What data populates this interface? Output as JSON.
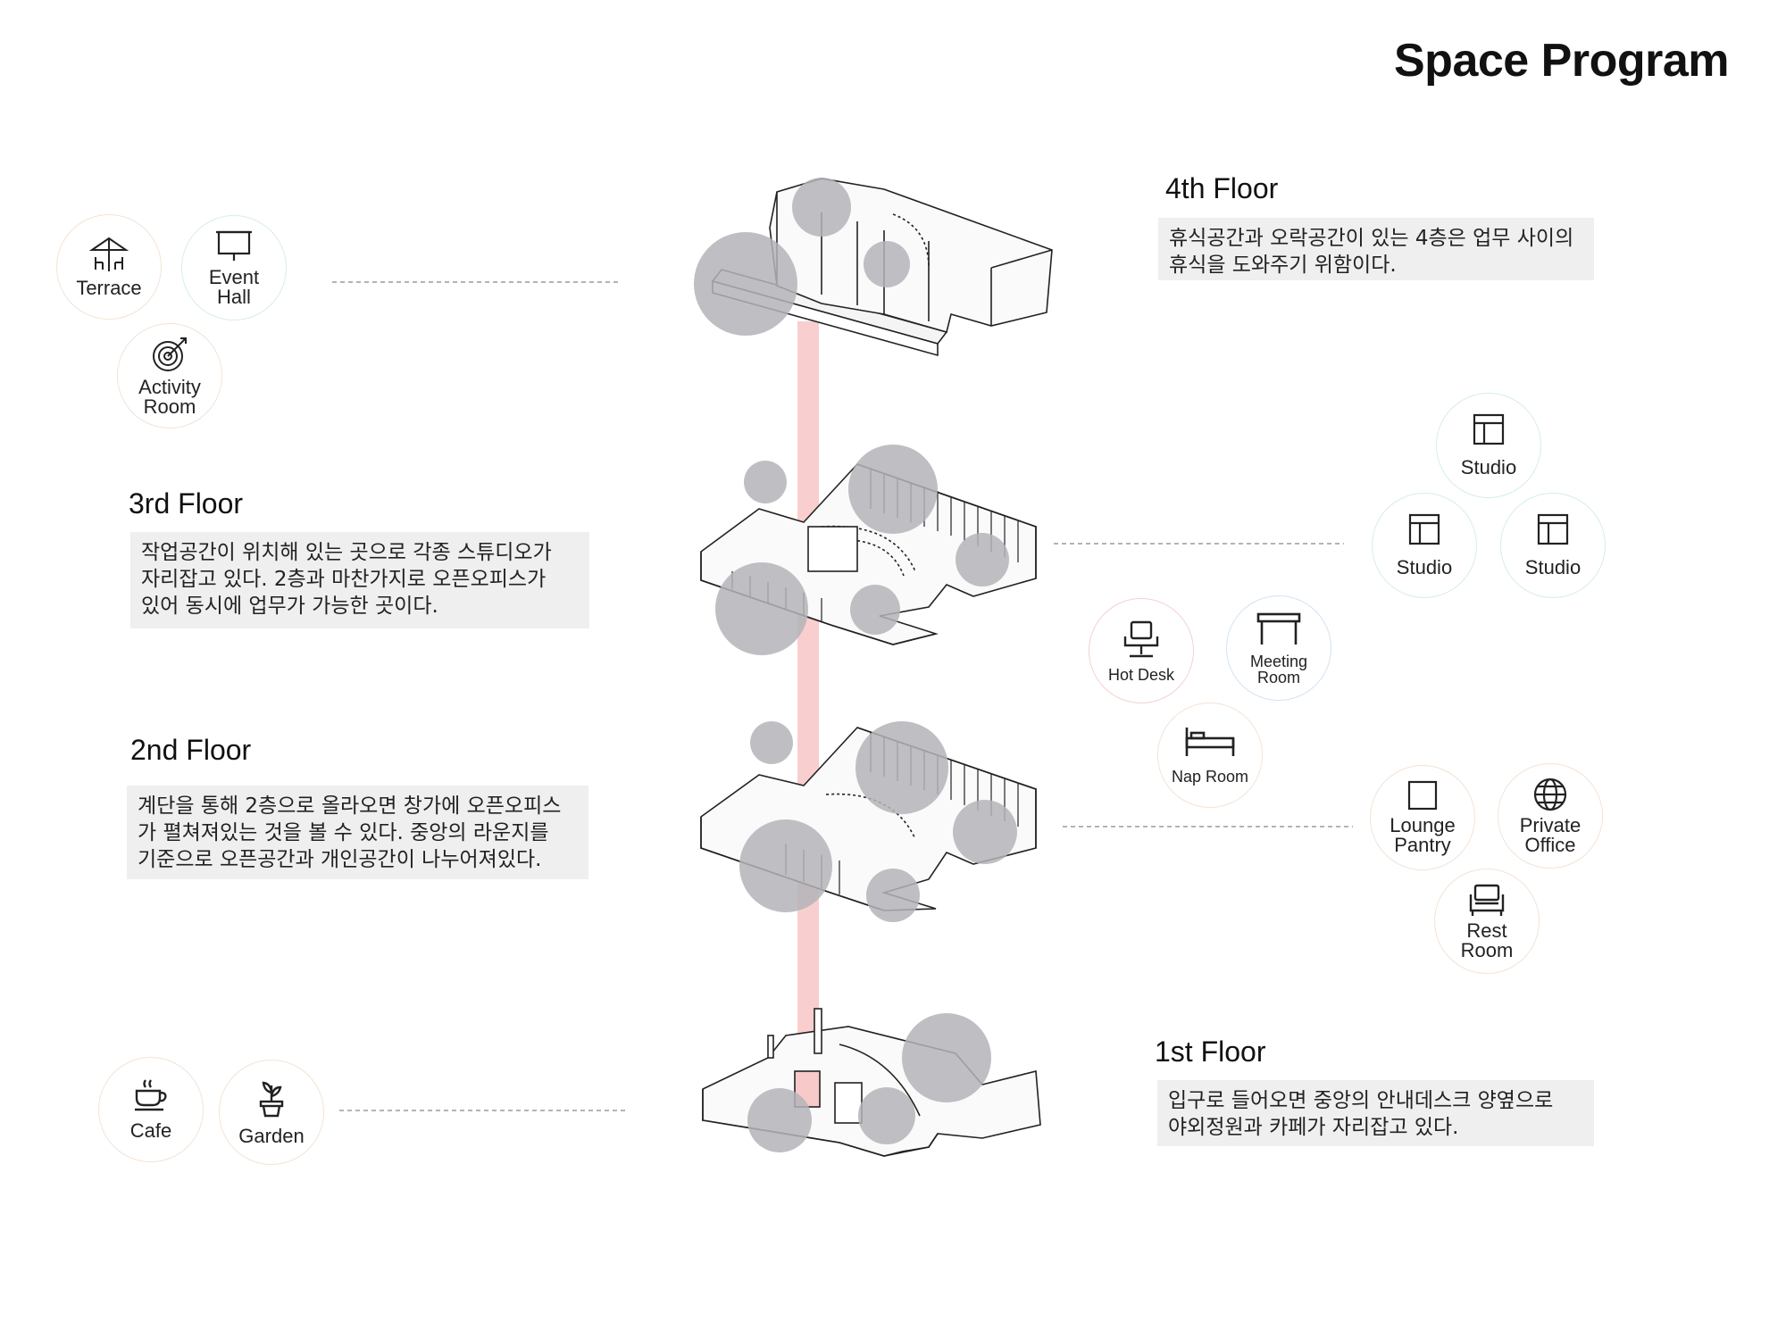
{
  "page": {
    "title": "Space Program"
  },
  "floors": {
    "f4": {
      "title": "4th Floor",
      "description": "휴식공간과 오락공간이 있는 4층은 업무 사이의\n휴식을 도와주기 위함이다.",
      "programs": [
        {
          "label": "Terrace",
          "icon": "terrace-icon"
        },
        {
          "label": "Event\nHall",
          "icon": "projector-screen-icon"
        },
        {
          "label": "Activity\nRoom",
          "icon": "target-icon"
        }
      ]
    },
    "f3": {
      "title": "3rd Floor",
      "description": "작업공간이 위치해 있는 곳으로 각종 스튜디오가\n자리잡고 있다. 2층과 마찬가지로 오픈오피스가\n있어 동시에 업무가 가능한 곳이다.",
      "programs": [
        {
          "label": "Studio",
          "icon": "window-icon"
        },
        {
          "label": "Studio",
          "icon": "window-icon"
        },
        {
          "label": "Studio",
          "icon": "window-icon"
        }
      ]
    },
    "f2": {
      "title": "2nd Floor",
      "description": "계단을 통해 2층으로 올라오면 창가에 오픈오피스\n가 펼쳐져있는 것을 볼 수 있다. 중앙의 라운지를\n기준으로 오픈공간과 개인공간이 나누어져있다.",
      "programs": [
        {
          "label": "Hot Desk",
          "icon": "desk-chair-icon"
        },
        {
          "label": "Meeting\nRoom",
          "icon": "table-icon"
        },
        {
          "label": "Nap Room",
          "icon": "bed-icon"
        },
        {
          "label": "Lounge\nPantry",
          "icon": "square-icon"
        },
        {
          "label": "Private\nOffice",
          "icon": "globe-icon"
        },
        {
          "label": "Rest\nRoom",
          "icon": "armchair-icon"
        }
      ]
    },
    "f1": {
      "title": "1st Floor",
      "description": "입구로 들어오면 중앙의 안내데스크 양옆으로\n야외정원과 카페가 자리잡고 있다.",
      "programs": [
        {
          "label": "Cafe",
          "icon": "coffee-cup-icon"
        },
        {
          "label": "Garden",
          "icon": "plant-pot-icon"
        }
      ]
    }
  },
  "colors": {
    "core_shaft": "#f7c9c9",
    "zone_circle": "#b4b4b8",
    "leader_line": "#9a9a9a",
    "desc_bg": "#efefef"
  }
}
